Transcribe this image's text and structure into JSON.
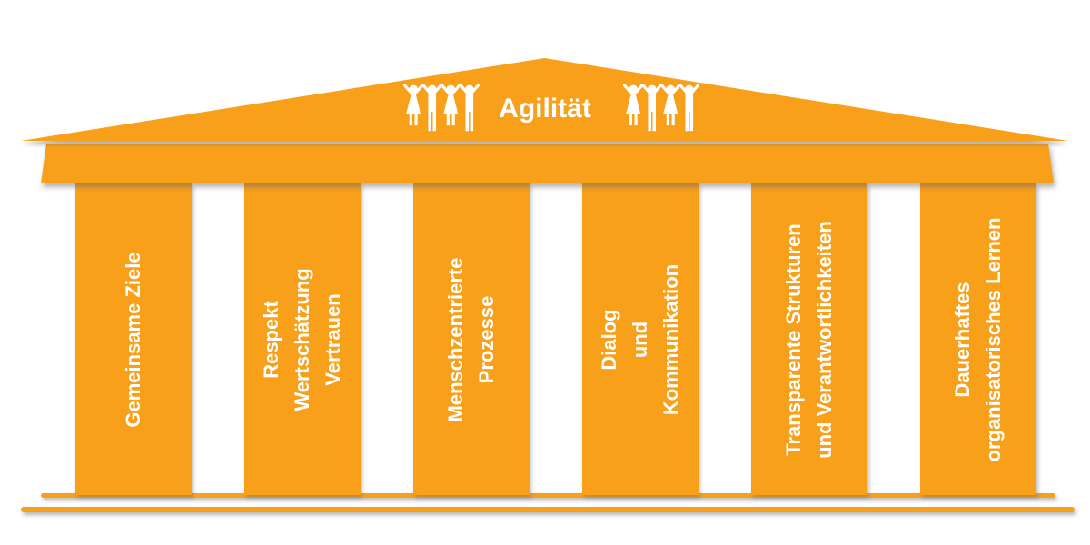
{
  "pediment": {
    "title": "Agilität"
  },
  "pillars": [
    {
      "lines": [
        "Gemeinsame Ziele"
      ]
    },
    {
      "lines": [
        "Respekt",
        "Wertschätzung",
        "Vertrauen"
      ]
    },
    {
      "lines": [
        "Menschzentrierte",
        "Prozesse"
      ]
    },
    {
      "lines": [
        "Dialog",
        "und",
        "Kommunikation"
      ]
    },
    {
      "lines": [
        "Transparente Strukturen",
        "und Verantwortlichkeiten"
      ]
    },
    {
      "lines": [
        "Dauerhaftes",
        "organisatorisches Lernen"
      ]
    }
  ],
  "colors": {
    "accent_orange": "#F9A01B",
    "text_white": "#FFFFFF"
  }
}
